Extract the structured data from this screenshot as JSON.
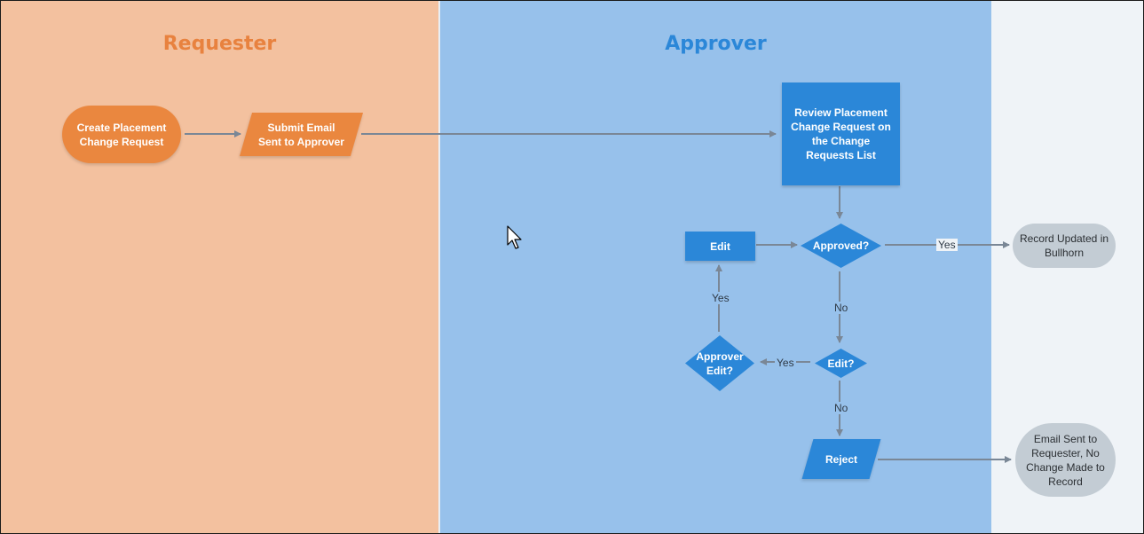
{
  "lanes": {
    "requester": "Requester",
    "approver": "Approver"
  },
  "nodes": {
    "create_request": "Create Placement Change Request",
    "submit_email": "Submit Email Sent to Approver",
    "review_request": "Review Placement Change Request on the Change Requests List",
    "approved_decision": "Approved?",
    "edit_action": "Edit",
    "record_updated": "Record Updated in Bullhorn",
    "edit_decision": "Edit?",
    "approver_edit_decision": "Approver Edit?",
    "reject_action": "Reject",
    "email_sent_no_change": "Email Sent to Requester, No Change Made to Record"
  },
  "edge_labels": {
    "approved_yes": "Yes",
    "approved_no": "No",
    "edit_yes": "Yes",
    "edit_no": "No",
    "approver_edit_yes": "Yes"
  },
  "colors": {
    "requester_lane": "#f3c19f",
    "approver_lane": "#97c1eb",
    "outside_lane": "#eff3f7",
    "orange_shape": "#ea873f",
    "blue_shape": "#2b87d8",
    "grey_terminal": "#c3ccd4",
    "connector": "#7a8796"
  },
  "cursor": "arrow-pointer-icon"
}
